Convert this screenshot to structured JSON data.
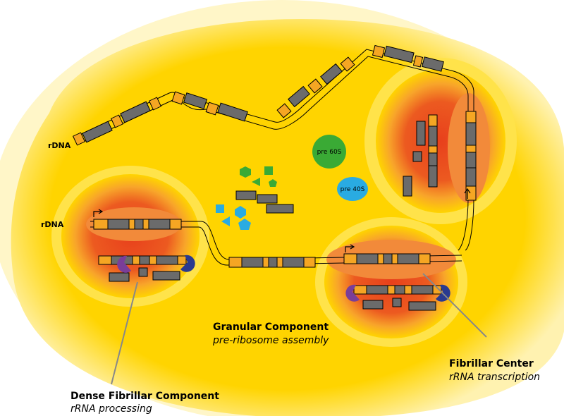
{
  "labels": {
    "rdna_top": "rDNA",
    "rdna_left": "rDNA",
    "pre60s": "pre 60S",
    "pre40s": "pre 40S",
    "granular_title": "Granular Component",
    "granular_sub": "pre-ribosome assembly",
    "fibrillar_title": "Fibrillar Center",
    "fibrillar_sub": "rRNA transcription",
    "dense_title": "Dense Fibrillar Component",
    "dense_sub": "rRNA processing"
  },
  "colors": {
    "nucleolus": "#ffd400",
    "halo": "#ffec9a",
    "dfc_core": "#e8401c",
    "fc_center": "#f28a3a",
    "gene_gray": "#6b6b6b",
    "gene_orange": "#f5a623",
    "pre60s": "#3aaa35",
    "pre40s": "#29abe2",
    "green_shapes": "#3aaa35",
    "blue_shapes": "#29abe2",
    "purple_cap": "#7a3e98",
    "navy_cap": "#2a3a8f"
  }
}
